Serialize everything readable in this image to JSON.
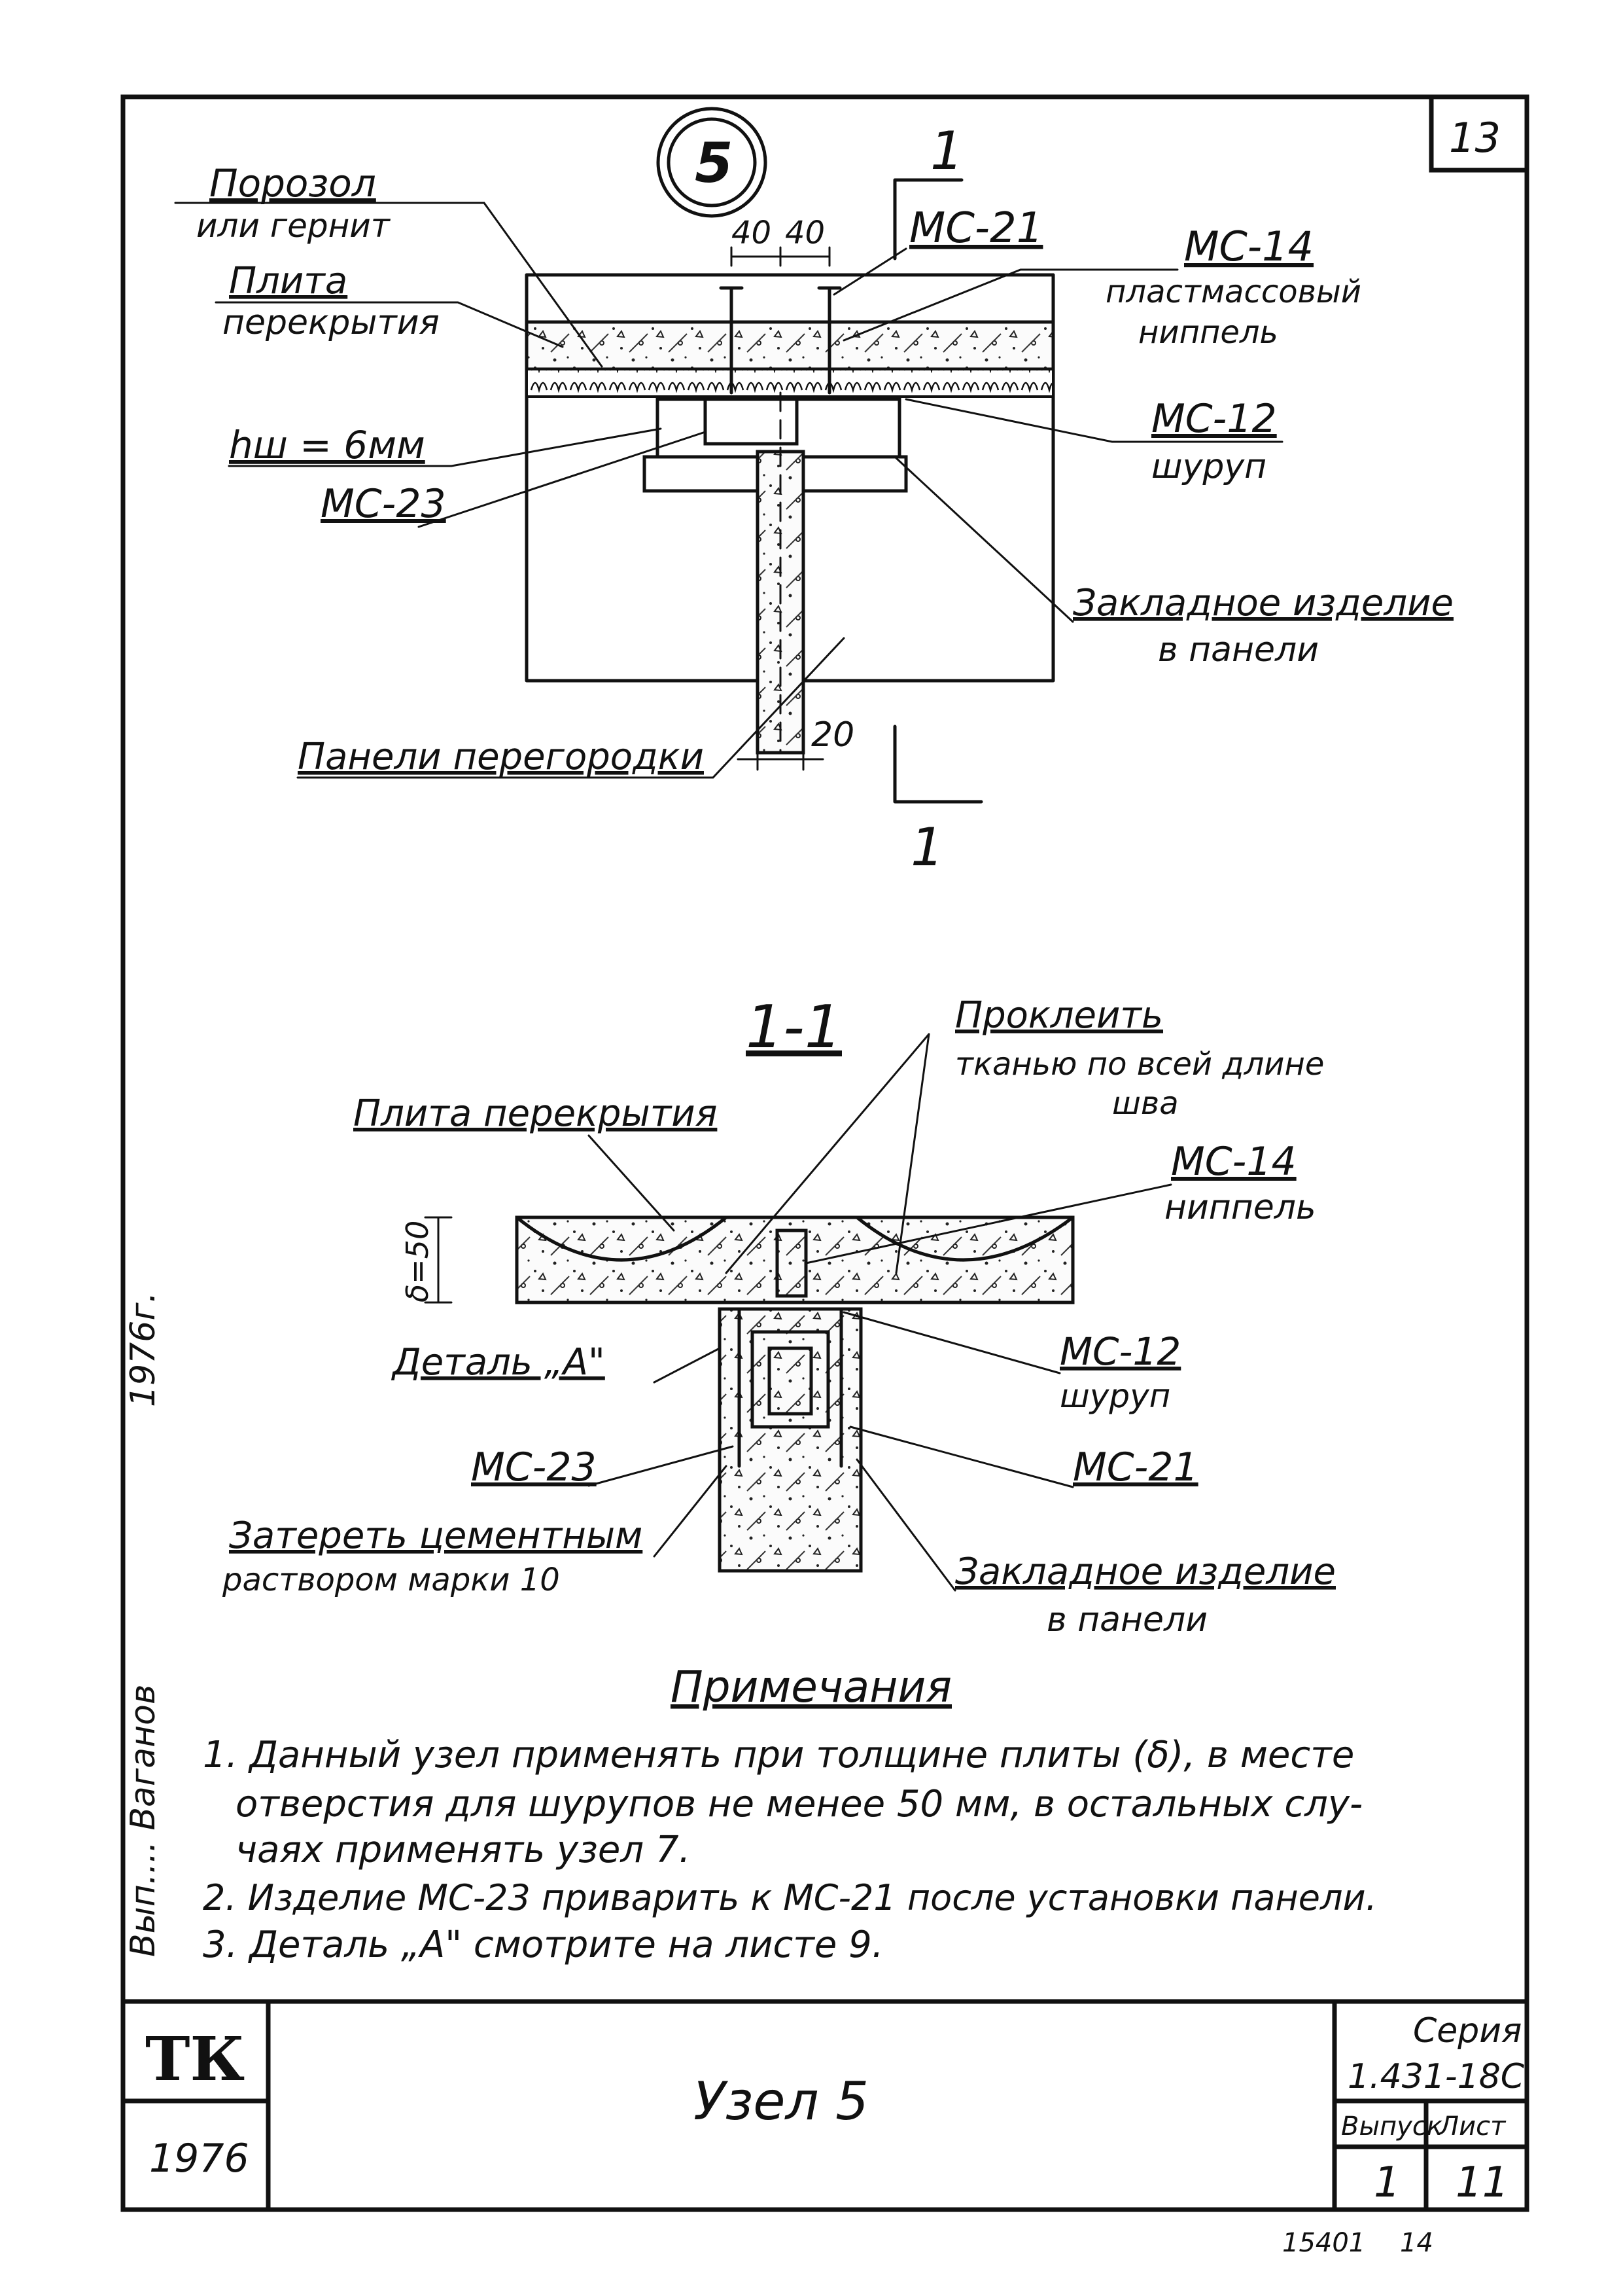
{
  "sheet": {
    "page_number": "13",
    "node_number": "5",
    "section_mark": "1",
    "stamp_org": "ТК",
    "stamp_year": "1976",
    "title": "Узел 5",
    "series_label": "Серия",
    "series_number": "1.431-18С",
    "issue_label": "Выпуск",
    "sheet_label": "Лист",
    "issue_value": "1",
    "sheet_value": "11",
    "margin_left": "Вып.... Ваганов",
    "margin_year": "1976г.",
    "footer_code": "15401",
    "footer_num": "14"
  },
  "plan": {
    "porozol_1": "Порозол",
    "porozol_2": "или гернит",
    "slab_1": "Плита",
    "slab_2": "перекрытия",
    "hw": "hш = 6мм",
    "mc23": "МС-23",
    "dim_40a": "40",
    "dim_40b": "40",
    "mc21": "МС-21",
    "mc14": "МС-14",
    "mc14_desc_1": "пластмассовый",
    "mc14_desc_2": "ниппель",
    "mc12": "МС-12",
    "mc12_desc": "шуруп",
    "embed_1": "Закладное изделие",
    "embed_2": "в панели",
    "panels": "Панели перегородки",
    "dim_20": "20"
  },
  "section": {
    "title": "1-1",
    "tape_1": "Проклеить",
    "tape_2": "тканью по всей длине",
    "tape_3": "шва",
    "slab": "Плита перекрытия",
    "mc14": "МС-14",
    "mc14_desc": "ниппель",
    "thickness": "δ=50",
    "detail_a": "Деталь „А\"",
    "mc12": "МС-12",
    "mc12_desc": "шуруп",
    "mc23": "МС-23",
    "mc21": "МС-21",
    "grout_1": "Затереть цементным",
    "grout_2": "раствором марки 10",
    "embed_1": "Закладное изделие",
    "embed_2": "в панели"
  },
  "notes": {
    "heading": "Примечания",
    "n1_l1": "1. Данный узел применять при толщине плиты (δ), в месте",
    "n1_l2": "отверстия для шурупов не менее 50 мм, в остальных слу-",
    "n1_l3": "чаях применять узел 7.",
    "n2": "2. Изделие МС-23 приварить к МС-21 после установки панели.",
    "n3": "3. Деталь „А\" смотрите на листе 9."
  }
}
